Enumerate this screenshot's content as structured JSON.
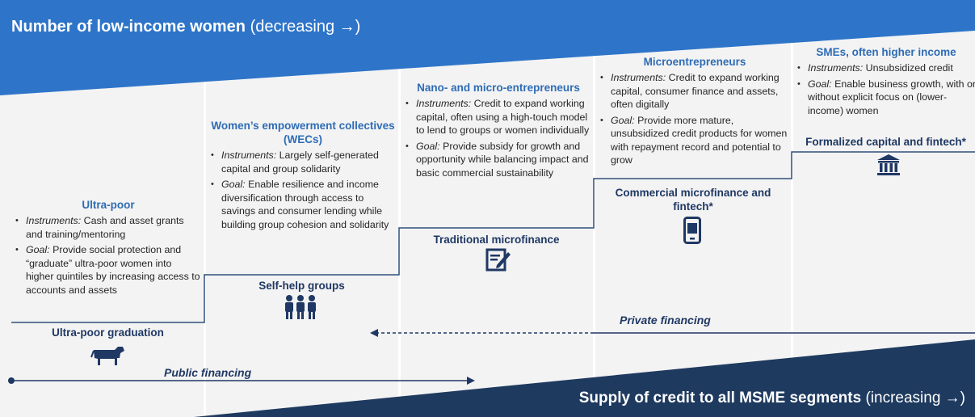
{
  "banner_top": {
    "title_bold": "Number of low-income women",
    "title_paren": "(decreasing →)",
    "color": "#2e75c9"
  },
  "banner_bottom": {
    "title_bold": "Supply of credit to all MSME segments",
    "title_paren": "(increasing →)",
    "color": "#1f3a5f"
  },
  "segments": [
    {
      "title": "Ultra-poor",
      "bullets": [
        {
          "label": "Instruments:",
          "text": " Cash and asset grants and training/mentoring"
        },
        {
          "label": "Goal:",
          "text": " Provide social protection and “graduate” ultra-poor women into higher quintiles by increasing access to accounts and assets"
        }
      ],
      "step_label": "Ultra-poor graduation",
      "icon": "cow-icon"
    },
    {
      "title": "Women’s empowerment collectives (WECs)",
      "bullets": [
        {
          "label": "Instruments:",
          "text": " Largely self-generated capital and group solidarity"
        },
        {
          "label": "Goal:",
          "text": " Enable resilience and income diversification through access to savings and consumer lending while building group cohesion and solidarity"
        }
      ],
      "step_label": "Self-help groups",
      "icon": "people-group-icon"
    },
    {
      "title": "Nano- and micro-entrepreneurs",
      "bullets": [
        {
          "label": "Instruments:",
          "text": " Credit to expand working capital, often using a high-touch model to lend to groups or women individually"
        },
        {
          "label": "Goal:",
          "text": " Provide subsidy for growth and opportunity while balancing impact and basic commercial sustainability"
        }
      ],
      "step_label": "Traditional microfinance",
      "icon": "document-edit-icon"
    },
    {
      "title": "Microentrepreneurs",
      "bullets": [
        {
          "label": "Instruments:",
          "text": " Credit to expand working capital, consumer finance and assets, often digitally"
        },
        {
          "label": "Goal:",
          "text": " Provide more mature, unsubsidized credit products for women with repayment record and potential to grow"
        }
      ],
      "step_label": "Commercial microfinance and fintech*",
      "icon": "mobile-phone-icon"
    },
    {
      "title": "SMEs, often higher income",
      "bullets": [
        {
          "label": "Instruments:",
          "text": " Unsubsidized credit"
        },
        {
          "label": "Goal:",
          "text": " Enable business growth, with or without explicit focus on (lower-income) women"
        }
      ],
      "step_label": "Formalized capital and fintech*",
      "icon": "bank-icon"
    }
  ],
  "flows": {
    "public": "Public financing",
    "private": "Private financing"
  }
}
